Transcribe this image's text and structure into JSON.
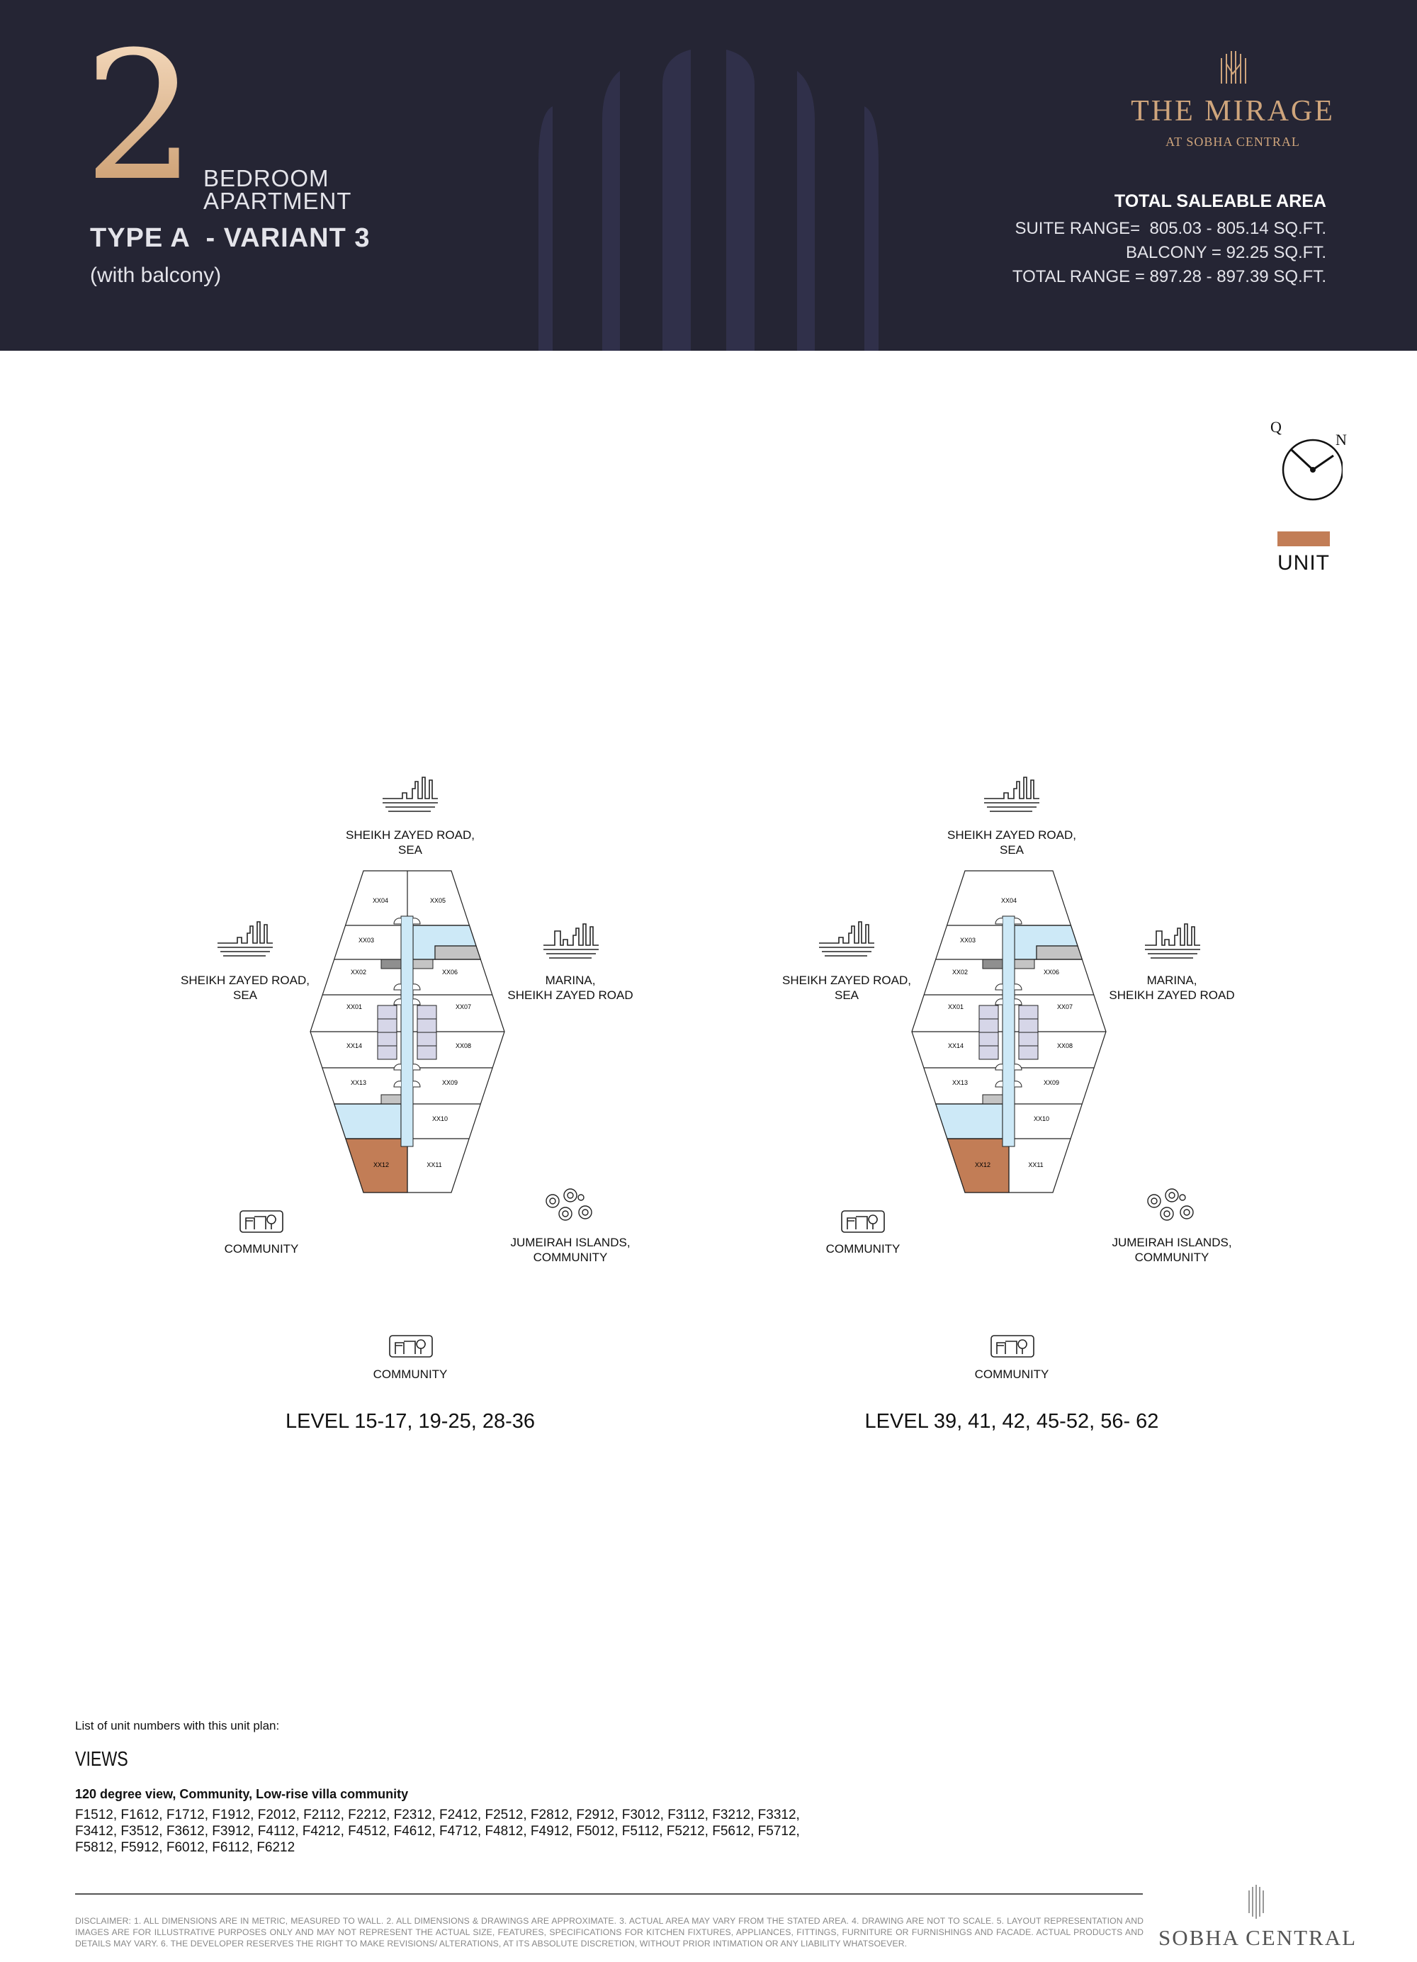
{
  "header": {
    "bedroom_number": "2",
    "bedroom_label_1": "BEDROOM",
    "bedroom_label_2": "APARTMENT",
    "type": "TYPE A  - VARIANT 3",
    "balcony_note": "(with balcony)",
    "brand_title": "THE MIRAGE",
    "brand_subtitle": "AT SOBHA CENTRAL",
    "area_title": "TOTAL SALEABLE AREA",
    "suite_range": "SUITE RANGE=  805.03 - 805.14 SQ.FT.",
    "balcony": "BALCONY = 92.25 SQ.FT.",
    "total_range": "TOTAL RANGE = 897.28 - 897.39 SQ.FT."
  },
  "compass": {
    "q": "Q",
    "n": "N"
  },
  "legend": {
    "unit_label": "UNIT",
    "unit_color": "#c27d56"
  },
  "plans": [
    {
      "level": "LEVEL 15-17, 19-25, 28-36",
      "views": {
        "top_1": "SHEIKH ZAYED ROAD,",
        "top_2": "SEA",
        "left_1": "SHEIKH ZAYED ROAD,",
        "left_2": "SEA",
        "right_1": "MARINA,",
        "right_2": "SHEIKH ZAYED ROAD",
        "lower_left": "COMMUNITY",
        "lower_right_1": "JUMEIRAH ISLANDS,",
        "lower_right_2": "COMMUNITY",
        "bottom": "COMMUNITY"
      },
      "units": [
        "XX04",
        "XX05",
        "XX03",
        "XX02",
        "XX06",
        "XX01",
        "XX07",
        "XX14",
        "XX08",
        "XX13",
        "XX09",
        "XX10",
        "XX12",
        "XX11"
      ]
    },
    {
      "level": "LEVEL 39, 41, 42, 45-52, 56- 62",
      "views": {
        "top_1": "SHEIKH ZAYED ROAD,",
        "top_2": "SEA",
        "left_1": "SHEIKH ZAYED ROAD,",
        "left_2": "SEA",
        "right_1": "MARINA,",
        "right_2": "SHEIKH ZAYED ROAD",
        "lower_left": "COMMUNITY",
        "lower_right_1": "JUMEIRAH ISLANDS,",
        "lower_right_2": "COMMUNITY",
        "bottom": "COMMUNITY"
      },
      "units": [
        "XX04",
        "",
        "XX03",
        "XX02",
        "XX06",
        "XX01",
        "XX07",
        "XX14",
        "XX08",
        "XX13",
        "XX09",
        "XX10",
        "XX12",
        "XX11"
      ]
    }
  ],
  "units_list": {
    "intro": "List of unit numbers with this unit plan:",
    "views_heading": "VIEWS",
    "view_desc": "120 degree view, Community, Low-rise villa community",
    "line_1": "F1512, F1612, F1712, F1912, F2012, F2112, F2212, F2312, F2412, F2512, F2812, F2912, F3012, F3112, F3212, F3312,",
    "line_2": "F3412, F3512, F3612, F3912, F4112, F4212, F4512, F4612, F4712, F4812, F4912, F5012, F5112, F5212, F5612, F5712,",
    "line_3": "F5812, F5912, F6012, F6112, F6212"
  },
  "footer": {
    "disclaimer": "DISCLAIMER: 1. ALL DIMENSIONS ARE IN METRIC, MEASURED TO WALL. 2. ALL DIMENSIONS & DRAWINGS ARE APPROXIMATE.  3. ACTUAL AREA MAY VARY FROM THE STATED AREA. 4. DRAWING ARE NOT TO SCALE. 5. LAYOUT REPRESENTATION AND IMAGES ARE FOR ILLUSTRATIVE PURPOSES ONLY AND MAY NOT REPRESENT THE ACTUAL SIZE, FEATURES, SPECIFICATIONS FOR KITCHEN FIXTURES, APPLIANCES, FITTINGS, FURNITURE OR FURNISHINGS AND FACADE. ACTUAL PRODUCTS AND DETAILS MAY VARY. 6. THE DEVELOPER RESERVES THE RIGHT TO MAKE REVISIONS/ ALTERATIONS, AT ITS ABSOLUTE DISCRETION, WITHOUT PRIOR INTIMATION OR ANY LIABILITY WHATSOEVER.",
    "brand": "SOBHA CENTRAL"
  }
}
